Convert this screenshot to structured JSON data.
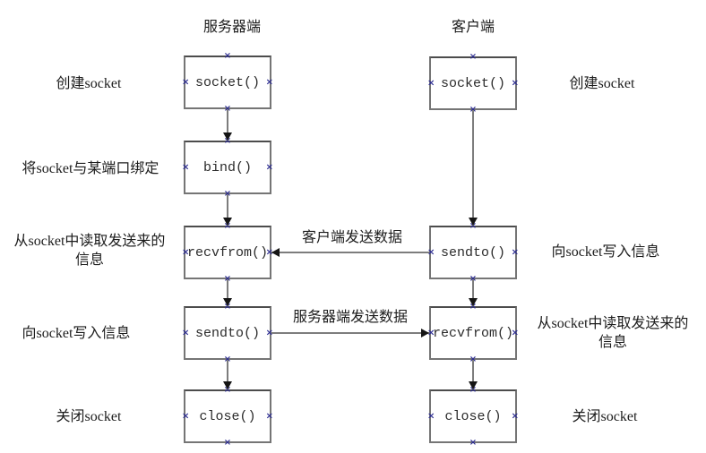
{
  "titles": {
    "server": "服务器端",
    "client": "客户端"
  },
  "server": {
    "boxes": {
      "socket": "socket()",
      "bind": "bind()",
      "recvfrom": "recvfrom()",
      "sendto": "sendto()",
      "close": "close()"
    },
    "labels": {
      "create": "创建socket",
      "bind": "将socket与某端口绑定",
      "read": "从socket中读取发送来的\n信息",
      "write": "向socket写入信息",
      "close": "关闭socket"
    }
  },
  "client": {
    "boxes": {
      "socket": "socket()",
      "sendto": "sendto()",
      "recvfrom": "recvfrom()",
      "close": "close()"
    },
    "labels": {
      "create": "创建socket",
      "write": "向socket写入信息",
      "read": "从socket中读取发送来的\n信息",
      "close": "关闭socket"
    }
  },
  "flow_labels": {
    "client_to_server": "客户端发送数据",
    "server_to_client": "服务器端发送数据"
  },
  "anchor_glyph": "×",
  "colors": {
    "background": "#ffffff",
    "box_border": "#757575",
    "box_text": "#2b2b2b",
    "arrow_line": "#7d7d7d",
    "arrow_head": "#151515",
    "anchor": "#2d2d91",
    "label_text": "#1c1c1c"
  }
}
